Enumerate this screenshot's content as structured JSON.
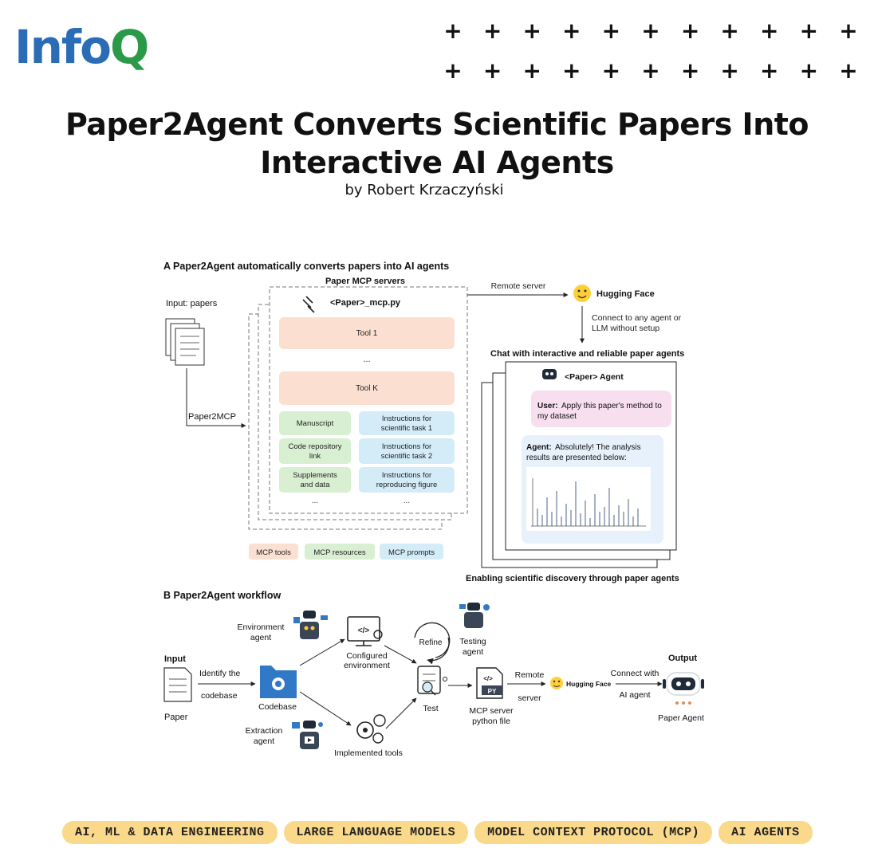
{
  "logo": {
    "part1": "Info",
    "part2": "Q"
  },
  "decor": {
    "plus": "+"
  },
  "article": {
    "title_line1": "Paper2Agent Converts Scientific Papers Into",
    "title_line2": "Interactive AI Agents",
    "byline": "by Robert Krzaczyński"
  },
  "figure": {
    "panel_a": {
      "heading": "A  Paper2Agent automatically converts papers into AI agents",
      "servers_label": "Paper MCP servers",
      "input_label": "Input: papers",
      "arrow_label": "Paper2MCP",
      "file_name": "<Paper>_mcp.py",
      "tool1": "Tool 1",
      "ellipsis": "...",
      "toolk": "Tool K",
      "resources": [
        "Manuscript",
        "Code repository",
        "link",
        "Supplements",
        "and data"
      ],
      "prompts": [
        "Instructions for",
        "scientific task 1",
        "scientific task 2",
        "reproducing figure"
      ],
      "remote_server": "Remote server",
      "hugging_face": "Hugging Face",
      "connect_line1": "Connect to any agent or",
      "connect_line2": "LLM without setup",
      "chat_heading": "Chat with interactive and reliable paper agents",
      "agent_title": "<Paper> Agent",
      "user_label": "User:",
      "user_msg1": "Apply this paper's method to",
      "user_msg2": "my dataset",
      "agent_label": "Agent:",
      "agent_msg1": "Absolutely! The analysis",
      "agent_msg2": "results are presented below:",
      "legend": [
        "MCP tools",
        "MCP resources",
        "MCP prompts"
      ],
      "bottom_caption": "Enabling scientific discovery through paper agents"
    },
    "panel_b": {
      "heading": "B  Paper2Agent workflow",
      "input": "Input",
      "paper": "Paper",
      "identify1": "Identify the",
      "identify2": "codebase",
      "codebase": "Codebase",
      "env_agent1": "Environment",
      "env_agent2": "agent",
      "configured1": "Configured",
      "configured2": "environment",
      "extraction1": "Extraction",
      "extraction2": "agent",
      "implemented": "Implemented tools",
      "refine": "Refine",
      "testing1": "Testing",
      "testing2": "agent",
      "test": "Test",
      "mcp1": "MCP server",
      "mcp2": "python file",
      "py": "PY",
      "remote1": "Remote",
      "remote2": "server",
      "hugging_face": "Hugging Face",
      "connect1": "Connect with",
      "connect2": "AI agent",
      "output": "Output",
      "paper_agent": "Paper Agent"
    }
  },
  "tags": [
    "AI, ML & DATA ENGINEERING",
    "LARGE LANGUAGE MODELS",
    "MODEL CONTEXT PROTOCOL (MCP)",
    "AI AGENTS"
  ],
  "colors": {
    "logo_blue": "#2a6db6",
    "logo_green": "#2b9a48",
    "tag_bg": "#fbd98a",
    "tool_fill": "#fbe0d2",
    "resource_fill": "#d9efd2",
    "prompt_fill": "#d3ecf8",
    "user_bubble": "#f8dff0",
    "agent_bubble": "#e7f1fb"
  }
}
